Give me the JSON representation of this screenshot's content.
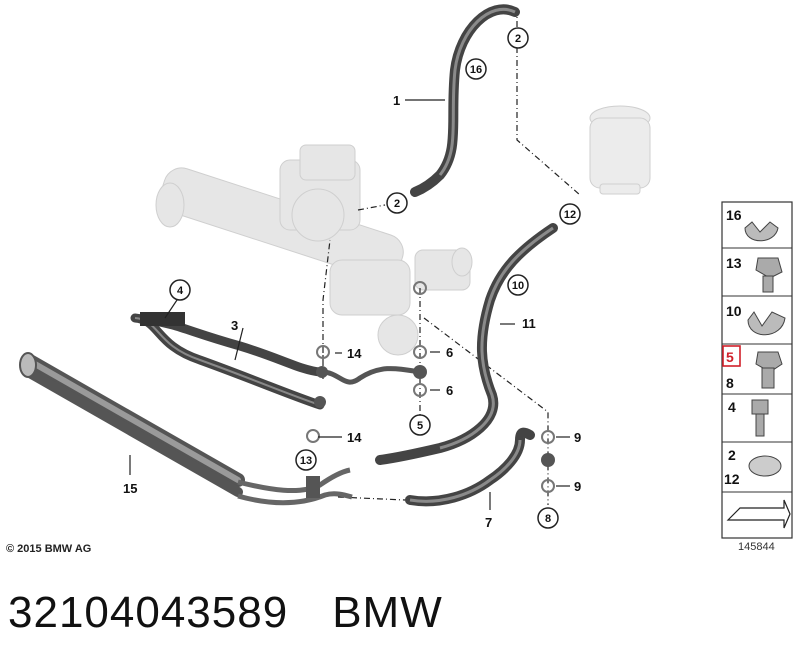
{
  "copyright": "© 2015 BMW AG",
  "part_number": "32104043589",
  "brand": "BMW",
  "sheet_number": "145844",
  "callouts": {
    "c1": "1",
    "c2a": "2",
    "c2b": "2",
    "c3": "3",
    "c4": "4",
    "c5": "5",
    "c6a": "6",
    "c6b": "6",
    "c7": "7",
    "c8": "8",
    "c9a": "9",
    "c9b": "9",
    "c10": "10",
    "c11": "11",
    "c12": "12",
    "c13": "13",
    "c14a": "14",
    "c14b": "14",
    "c15": "15",
    "c16": "16"
  },
  "side_panel": {
    "p16": "16",
    "p13": "13",
    "p10": "10",
    "p5": "5",
    "p8": "8",
    "p4": "4",
    "p2": "2",
    "p12": "12"
  },
  "colors": {
    "hose": "#4a4a4a",
    "faded_part": "#d9d9d9",
    "highlight": "#d0202a"
  }
}
